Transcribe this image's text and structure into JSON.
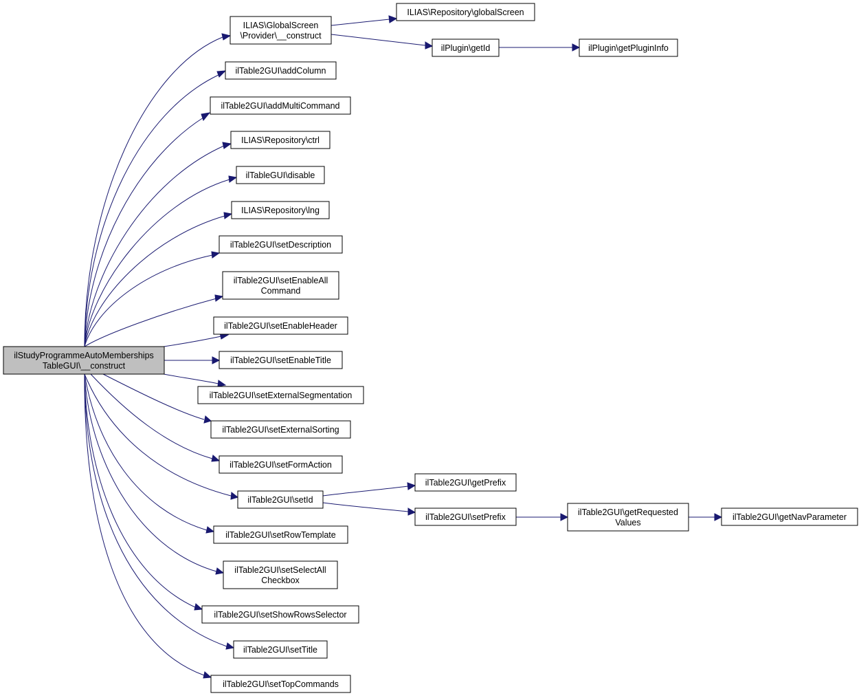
{
  "graph": {
    "colors": {
      "edge": "#191970",
      "root_fill": "#bfbfbf",
      "node_fill": "#ffffff",
      "node_border": "#000000"
    },
    "nodes": {
      "root": {
        "lines": [
          "ilStudyProgrammeAutoMemberships",
          "TableGUI\\__construct"
        ]
      },
      "provider": {
        "lines": [
          "ILIAS\\GlobalScreen",
          "\\Provider\\__construct"
        ]
      },
      "globalscreen": {
        "lines": [
          "ILIAS\\Repository\\globalScreen"
        ]
      },
      "getid": {
        "lines": [
          "ilPlugin\\getId"
        ]
      },
      "plugininfo": {
        "lines": [
          "ilPlugin\\getPluginInfo"
        ]
      },
      "addcolumn": {
        "lines": [
          "ilTable2GUI\\addColumn"
        ]
      },
      "addmulti": {
        "lines": [
          "ilTable2GUI\\addMultiCommand"
        ]
      },
      "ctrl": {
        "lines": [
          "ILIAS\\Repository\\ctrl"
        ]
      },
      "disable": {
        "lines": [
          "ilTableGUI\\disable"
        ]
      },
      "lng": {
        "lines": [
          "ILIAS\\Repository\\lng"
        ]
      },
      "setdesc": {
        "lines": [
          "ilTable2GUI\\setDescription"
        ]
      },
      "enableall": {
        "lines": [
          "ilTable2GUI\\setEnableAll",
          "Command"
        ]
      },
      "enableheader": {
        "lines": [
          "ilTable2GUI\\setEnableHeader"
        ]
      },
      "enabletitle": {
        "lines": [
          "ilTable2GUI\\setEnableTitle"
        ]
      },
      "extseg": {
        "lines": [
          "ilTable2GUI\\setExternalSegmentation"
        ]
      },
      "extsort": {
        "lines": [
          "ilTable2GUI\\setExternalSorting"
        ]
      },
      "formaction": {
        "lines": [
          "ilTable2GUI\\setFormAction"
        ]
      },
      "setid": {
        "lines": [
          "ilTable2GUI\\setId"
        ]
      },
      "getprefix": {
        "lines": [
          "ilTable2GUI\\getPrefix"
        ]
      },
      "setprefix": {
        "lines": [
          "ilTable2GUI\\setPrefix"
        ]
      },
      "getreq": {
        "lines": [
          "ilTable2GUI\\getRequested",
          "Values"
        ]
      },
      "getnav": {
        "lines": [
          "ilTable2GUI\\getNavParameter"
        ]
      },
      "rowtemplate": {
        "lines": [
          "ilTable2GUI\\setRowTemplate"
        ]
      },
      "selectall": {
        "lines": [
          "ilTable2GUI\\setSelectAll",
          "Checkbox"
        ]
      },
      "showrows": {
        "lines": [
          "ilTable2GUI\\setShowRowsSelector"
        ]
      },
      "settitle": {
        "lines": [
          "ilTable2GUI\\setTitle"
        ]
      },
      "topcommands": {
        "lines": [
          "ilTable2GUI\\setTopCommands"
        ]
      }
    },
    "edges": [
      [
        "root",
        "provider"
      ],
      [
        "root",
        "addcolumn"
      ],
      [
        "root",
        "addmulti"
      ],
      [
        "root",
        "ctrl"
      ],
      [
        "root",
        "disable"
      ],
      [
        "root",
        "lng"
      ],
      [
        "root",
        "setdesc"
      ],
      [
        "root",
        "enableall"
      ],
      [
        "root",
        "enableheader"
      ],
      [
        "root",
        "enabletitle"
      ],
      [
        "root",
        "extseg"
      ],
      [
        "root",
        "extsort"
      ],
      [
        "root",
        "formaction"
      ],
      [
        "root",
        "setid"
      ],
      [
        "root",
        "rowtemplate"
      ],
      [
        "root",
        "selectall"
      ],
      [
        "root",
        "showrows"
      ],
      [
        "root",
        "settitle"
      ],
      [
        "root",
        "topcommands"
      ],
      [
        "provider",
        "globalscreen"
      ],
      [
        "provider",
        "getid"
      ],
      [
        "getid",
        "plugininfo"
      ],
      [
        "setid",
        "getprefix"
      ],
      [
        "setid",
        "setprefix"
      ],
      [
        "setprefix",
        "getreq"
      ],
      [
        "getreq",
        "getnav"
      ]
    ]
  }
}
